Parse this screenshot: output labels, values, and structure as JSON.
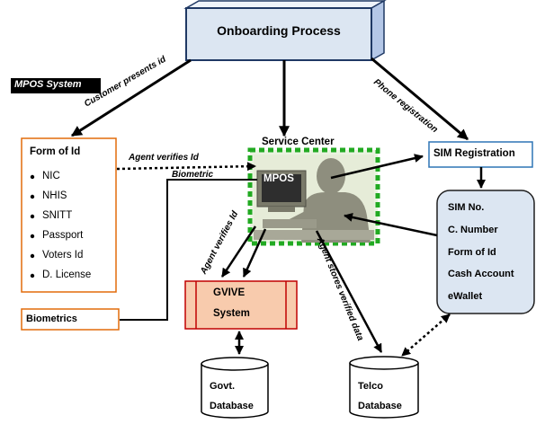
{
  "title": "Onboarding Process",
  "system_label": "MPOS System",
  "service_center_label": "Service Center",
  "mpos_label": "MPOS",
  "form_of_id": {
    "title": "Form of Id",
    "items": [
      "NIC",
      "NHIS",
      "SNITT",
      "Passport",
      "Voters Id",
      "D. License"
    ]
  },
  "sim_registration": "SIM Registration",
  "sim_details": [
    "SIM No.",
    "C. Number",
    "Form of Id",
    "Cash Account",
    "eWallet"
  ],
  "biometrics": "Biometrics",
  "gvive": [
    "GVIVE",
    "System"
  ],
  "govt_database": [
    "Govt.",
    "Database"
  ],
  "telco_database": [
    "Telco",
    "Database"
  ],
  "edge_labels": {
    "customer_presents_id": "Customer presents id",
    "phone_registration": "Phone registration",
    "agent_verifies_id_top": "Agent verifies Id",
    "biometric": "Biometric",
    "agent_verifies_id_side": "Agent verifies Id",
    "agent_stores_verified_data": "Agent stores verified data"
  },
  "colors": {
    "title_fill": "#dce6f2",
    "title_border": "#1f3864",
    "orange_border": "#e26b0a",
    "blue_border": "#2e75b6",
    "sim_details_fill": "#dce6f2",
    "service_center_border": "#22aa22",
    "gvive_fill": "#f8cbad",
    "gvive_border": "#c00000"
  }
}
